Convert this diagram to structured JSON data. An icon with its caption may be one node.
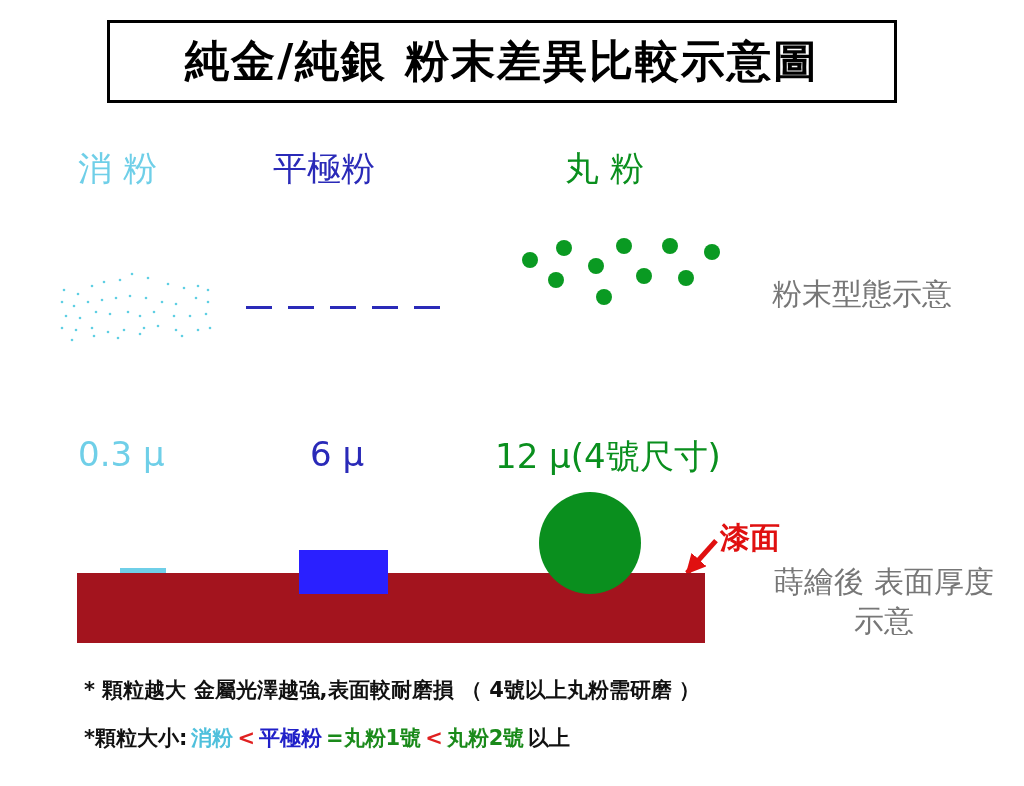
{
  "diagram": {
    "title": "純金/純銀 粉末差異比較示意圖",
    "nodes": [
      {
        "text": [
          "漆面"
        ]
      },
      {
        "text": [],
        "shape": "bar"
      }
    ],
    "edges": [
      {
        "from": 0,
        "to": 1,
        "arrow": "to"
      }
    ],
    "labels": [
      "消 粉",
      "平極粉",
      "丸 粉",
      "粉末型態示意",
      "0.3 μ",
      "6 μ",
      "12 μ(4號尺寸)",
      "蒔繪後 表面厚度示意",
      "* 顆粒越大 金屬光澤越強,表面較耐磨損 （ 4號以上丸粉需研磨 ）",
      "*顆粒大小:",
      "消粉",
      "<",
      "平極粉",
      "=丸粉1號",
      "<",
      "丸粉2號",
      "以上"
    ]
  }
}
